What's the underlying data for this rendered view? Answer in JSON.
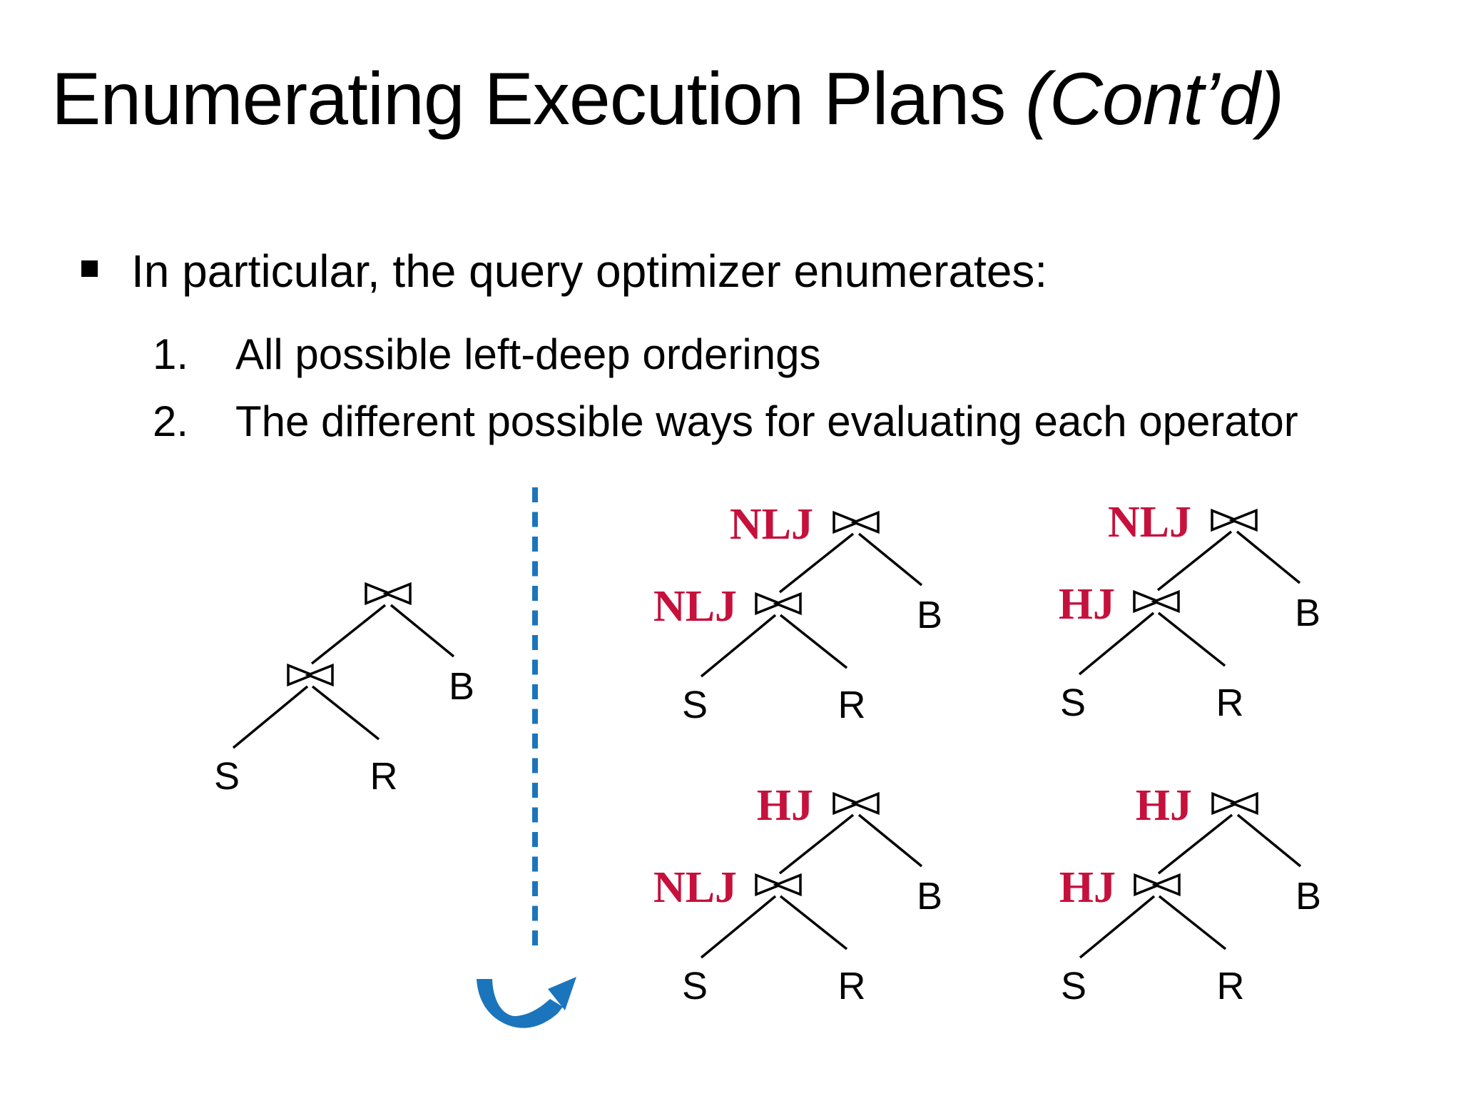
{
  "title": {
    "main": "Enumerating Execution Plans ",
    "cont": "(Cont’d)"
  },
  "bullet": {
    "text": "In particular, the query optimizer enumerates:"
  },
  "items": [
    {
      "num": "1.",
      "text": "All possible left-deep orderings"
    },
    {
      "num": "2.",
      "text": "The different possible ways for evaluating each operator"
    }
  ],
  "trees": [
    {
      "name": "base",
      "root_label": "",
      "lower_label": "",
      "leaves": [
        "S",
        "R",
        "B"
      ]
    },
    {
      "name": "nlj-nlj",
      "root_label": "NLJ",
      "lower_label": "NLJ",
      "leaves": [
        "S",
        "R",
        "B"
      ]
    },
    {
      "name": "nlj-hj",
      "root_label": "NLJ",
      "lower_label": "HJ",
      "leaves": [
        "S",
        "R",
        "B"
      ]
    },
    {
      "name": "hj-nlj",
      "root_label": "HJ",
      "lower_label": "NLJ",
      "leaves": [
        "S",
        "R",
        "B"
      ]
    },
    {
      "name": "hj-hj",
      "root_label": "HJ",
      "lower_label": "HJ",
      "leaves": [
        "S",
        "R",
        "B"
      ]
    }
  ],
  "colors": {
    "text": "#000000",
    "background": "#FFFFFF",
    "join_label_red": "#C5113C",
    "accent_blue": "#1B75BC"
  }
}
